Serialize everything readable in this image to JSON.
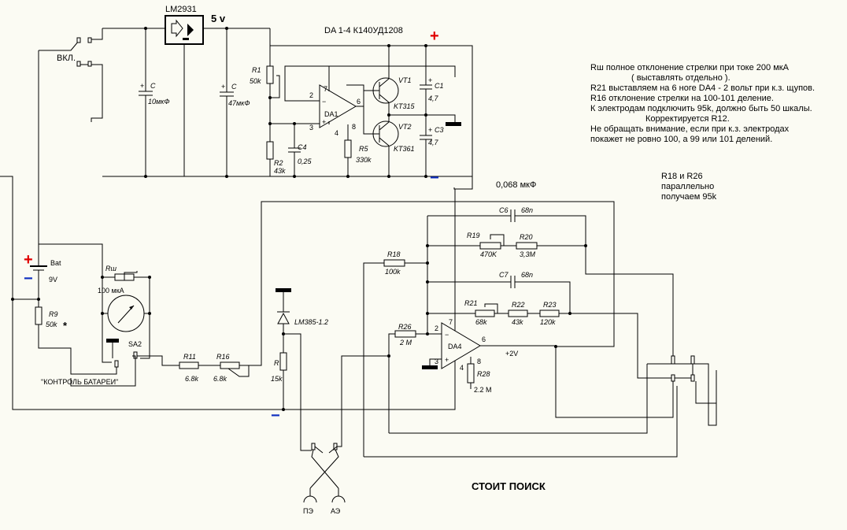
{
  "regulator": {
    "chip": "LM2931",
    "voltage": "5 v"
  },
  "opamp_header": "DA 1-4 К140УД1208",
  "switch_label": "ВКЛ.",
  "supply": {
    "plus": "+",
    "minus": "−"
  },
  "capacitors": {
    "c_in": {
      "name": "C",
      "value": "10мкФ"
    },
    "c_out": {
      "name": "C",
      "value": "47мкФ"
    },
    "c1": {
      "name": "C1",
      "value": "4,7"
    },
    "c3": {
      "name": "C3",
      "value": "4,7"
    },
    "c4": {
      "name": "C4",
      "value": "0,25"
    },
    "c6": {
      "name": "C6",
      "value": "68n"
    },
    "c7": {
      "name": "C7",
      "value": "68n"
    },
    "c_note": "0,068 мкФ"
  },
  "resistors": {
    "r1": {
      "name": "R1",
      "value": "50k"
    },
    "r2": {
      "name": "R2",
      "value": "43k"
    },
    "r5": {
      "name": "R5",
      "value": "330k"
    },
    "rsh": {
      "name": "Rш"
    },
    "r9": {
      "name": "R9",
      "value": "50k",
      "mark": "*"
    },
    "r11": {
      "name": "R11",
      "value": "6.8k"
    },
    "r16": {
      "name": "R16",
      "value": "6.8k"
    },
    "r": {
      "name": "R",
      "value": "15k"
    },
    "r18": {
      "name": "R18",
      "value": "100k"
    },
    "r19": {
      "name": "R19",
      "value": "470K"
    },
    "r20": {
      "name": "R20",
      "value": "3,3M"
    },
    "r21": {
      "name": "R21",
      "value": "68k"
    },
    "r22": {
      "name": "R22",
      "value": "43k"
    },
    "r23": {
      "name": "R23",
      "value": "120k"
    },
    "r26": {
      "name": "R26",
      "value": "2 M"
    },
    "r28": {
      "name": "R28",
      "value": "2.2 M"
    }
  },
  "transistors": {
    "vt1": {
      "name": "VT1",
      "type": "KT315"
    },
    "vt2": {
      "name": "VT2",
      "type": "KT361"
    }
  },
  "opamps": {
    "da1": {
      "name": "DA1",
      "pins": [
        "7",
        "2",
        "3",
        "6",
        "4",
        "8"
      ]
    },
    "da4": {
      "name": "DA4",
      "pins": [
        "7",
        "2",
        "3",
        "6",
        "4",
        "8"
      ],
      "out_voltage": "+2V"
    }
  },
  "battery": {
    "name": "Bat",
    "voltage": "9V"
  },
  "meter": {
    "label": "100 мкА"
  },
  "switch_sa2": "SA2",
  "battery_check": "\"КОНТРОЛЬ БАТАРЕИ\"",
  "reference": "LM385-1.2",
  "electrodes": {
    "pe": "ПЭ",
    "ae": "АЭ"
  },
  "status": "СТОИТ ПОИСК",
  "parallel_note": [
    "R18 и R26",
    "параллельно",
    "получаем 95k"
  ],
  "notes": [
    "Rш полное отклонение стрелки при токе 200 мкА",
    "( выставлять отдельно ).",
    "R21 выставляем на 6 ноге DA4 - 2 вольт при к.з. щупов.",
    "R16 отклонение стрелки на 100-101 деление.",
    "К электродам подключить 95k, должно быть 50 шкалы.",
    "Корректируется R12.",
    "Не обращать внимание, если при к.з. электродах",
    "покажет не ровно 100, а 99 или 101 делений."
  ]
}
